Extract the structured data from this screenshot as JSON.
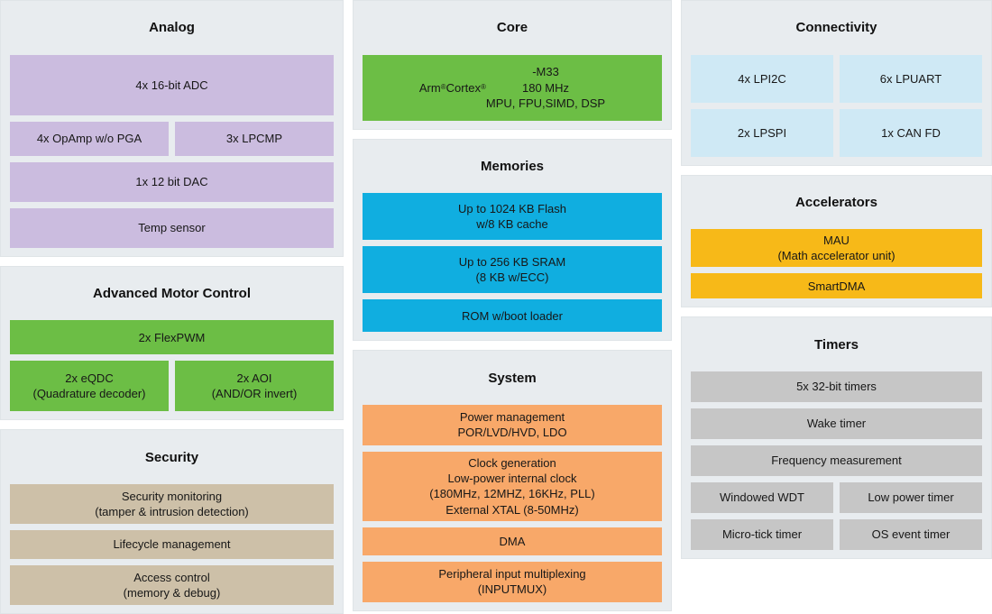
{
  "diagram": {
    "title": "MCU Block Diagram",
    "colors": {
      "panel_background": "#e8ecef",
      "panel_border": "#dfe4e7",
      "analog": "#cbbcdf",
      "core": "#6cbe45",
      "motor_control": "#6cbe45",
      "memories": "#10aee0",
      "system": "#f8a869",
      "accelerators": "#f7b918",
      "connectivity": "#cfe9f5",
      "security": "#cdc0a8",
      "timers": "#c6c6c6",
      "text": "#171717",
      "page_background": "#ffffff"
    }
  },
  "columns": {
    "left": {
      "panels": [
        {
          "key": "analog",
          "title": "Analog",
          "rows": [
            {
              "blocks": [
                {
                  "label": "4x 16-bit ADC"
                }
              ]
            },
            {
              "blocks": [
                {
                  "label": "4x OpAmp w/o PGA"
                },
                {
                  "label": "3x LPCMP"
                }
              ]
            },
            {
              "blocks": [
                {
                  "label": "1x 12 bit DAC"
                }
              ]
            },
            {
              "blocks": [
                {
                  "label": "Temp sensor"
                }
              ]
            }
          ]
        },
        {
          "key": "advanced-motor-control",
          "title": "Advanced Motor Control",
          "rows": [
            {
              "blocks": [
                {
                  "label": "2x FlexPWM"
                }
              ]
            },
            {
              "blocks": [
                {
                  "label": "2x eQDC\n(Quadrature decoder)"
                },
                {
                  "label": "2x AOI\n(AND/OR invert)"
                }
              ]
            }
          ]
        },
        {
          "key": "security",
          "title": "Security",
          "rows": [
            {
              "blocks": [
                {
                  "label": "Security monitoring\n(tamper & intrusion detection)"
                }
              ]
            },
            {
              "blocks": [
                {
                  "label": "Lifecycle management"
                }
              ]
            },
            {
              "blocks": [
                {
                  "label": "Access control\n(memory & debug)"
                }
              ]
            }
          ]
        }
      ]
    },
    "middle": {
      "panels": [
        {
          "key": "core",
          "title": "Core",
          "rows": [
            {
              "blocks": [
                {
                  "label_html": "Arm<sup>&reg;</sup> Cortex<sup>&reg;</sup>-M33<br>180 MHz<br>MPU, FPU,SIMD, DSP",
                  "label": "Arm® Cortex®-M33\n180 MHz\nMPU, FPU,SIMD, DSP"
                }
              ]
            }
          ]
        },
        {
          "key": "memories",
          "title": "Memories",
          "rows": [
            {
              "blocks": [
                {
                  "label": "Up to 1024 KB Flash\nw/8 KB cache"
                }
              ]
            },
            {
              "blocks": [
                {
                  "label": "Up to 256 KB SRAM\n(8 KB w/ECC)"
                }
              ]
            },
            {
              "blocks": [
                {
                  "label": "ROM w/boot loader"
                }
              ]
            }
          ]
        },
        {
          "key": "system",
          "title": "System",
          "rows": [
            {
              "blocks": [
                {
                  "label": "Power management\nPOR/LVD/HVD, LDO"
                }
              ]
            },
            {
              "blocks": [
                {
                  "label": "Clock generation\nLow-power internal clock\n(180MHz, 12MHZ, 16KHz, PLL)\nExternal XTAL (8-50MHz)"
                }
              ]
            },
            {
              "blocks": [
                {
                  "label": "DMA"
                }
              ]
            },
            {
              "blocks": [
                {
                  "label": "Peripheral input multiplexing\n(INPUTMUX)"
                }
              ]
            }
          ]
        }
      ]
    },
    "right": {
      "panels": [
        {
          "key": "connectivity",
          "title": "Connectivity",
          "rows": [
            {
              "blocks": [
                {
                  "label": "4x LPI2C"
                },
                {
                  "label": "6x LPUART"
                }
              ]
            },
            {
              "blocks": [
                {
                  "label": "2x LPSPI"
                },
                {
                  "label": "1x CAN FD"
                }
              ]
            }
          ]
        },
        {
          "key": "accelerators",
          "title": "Accelerators",
          "rows": [
            {
              "blocks": [
                {
                  "label": "MAU\n(Math accelerator unit)"
                }
              ]
            },
            {
              "blocks": [
                {
                  "label": "SmartDMA"
                }
              ]
            }
          ]
        },
        {
          "key": "timers",
          "title": "Timers",
          "rows": [
            {
              "blocks": [
                {
                  "label": "5x 32-bit timers"
                }
              ]
            },
            {
              "blocks": [
                {
                  "label": "Wake timer"
                }
              ]
            },
            {
              "blocks": [
                {
                  "label": "Frequency measurement"
                }
              ]
            },
            {
              "blocks": [
                {
                  "label": "Windowed WDT"
                },
                {
                  "label": "Low power timer"
                }
              ]
            },
            {
              "blocks": [
                {
                  "label": "Micro-tick timer"
                },
                {
                  "label": "OS event timer"
                }
              ]
            }
          ]
        }
      ]
    }
  }
}
